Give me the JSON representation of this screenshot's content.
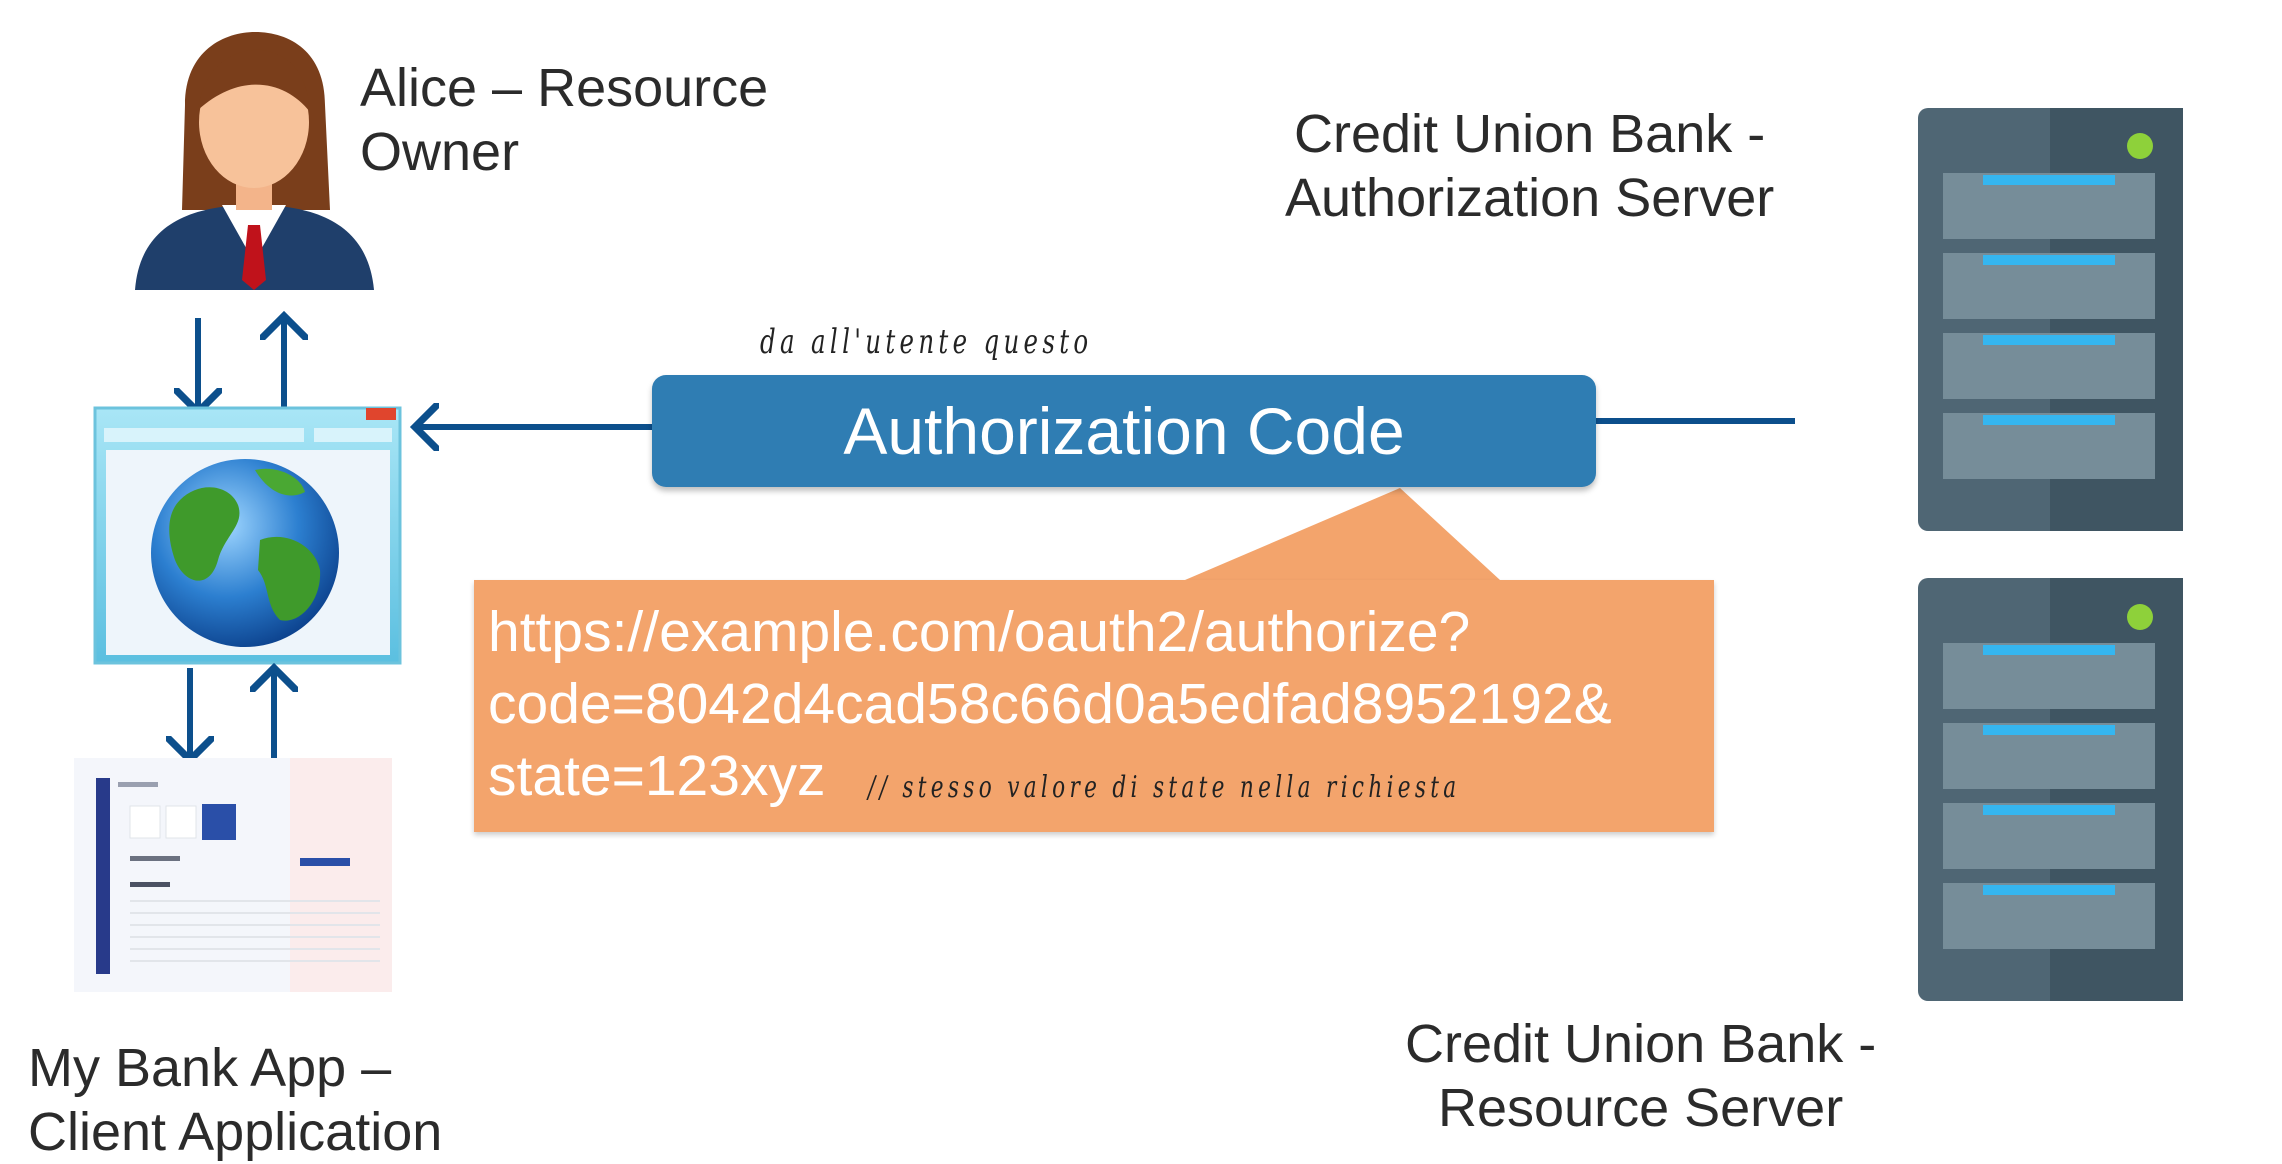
{
  "actors": {
    "alice": "Alice – Resource\nOwner",
    "auth_server": "Credit Union  Bank -\nAuthorization Server",
    "resource_server": "Credit Union  Bank -\nResource Server",
    "client": "My Bank App –\nClient Application"
  },
  "auth_code_label": "Authorization Code",
  "callout": {
    "url": "https://example.com/oauth2/authorize?\ncode=8042d4cad58c66d0a5edfad8952192&",
    "state": "state=123xyz",
    "state_note": "// stesso  valore  di  state   nella   richiesta"
  },
  "note_top": "da  all'utente  questo",
  "colors": {
    "arrow": "#0c4f8c",
    "code_box": "#2f7db3",
    "callout": "#f3a46c",
    "server_body": "#4f6674",
    "server_led": "#8ed13a"
  }
}
